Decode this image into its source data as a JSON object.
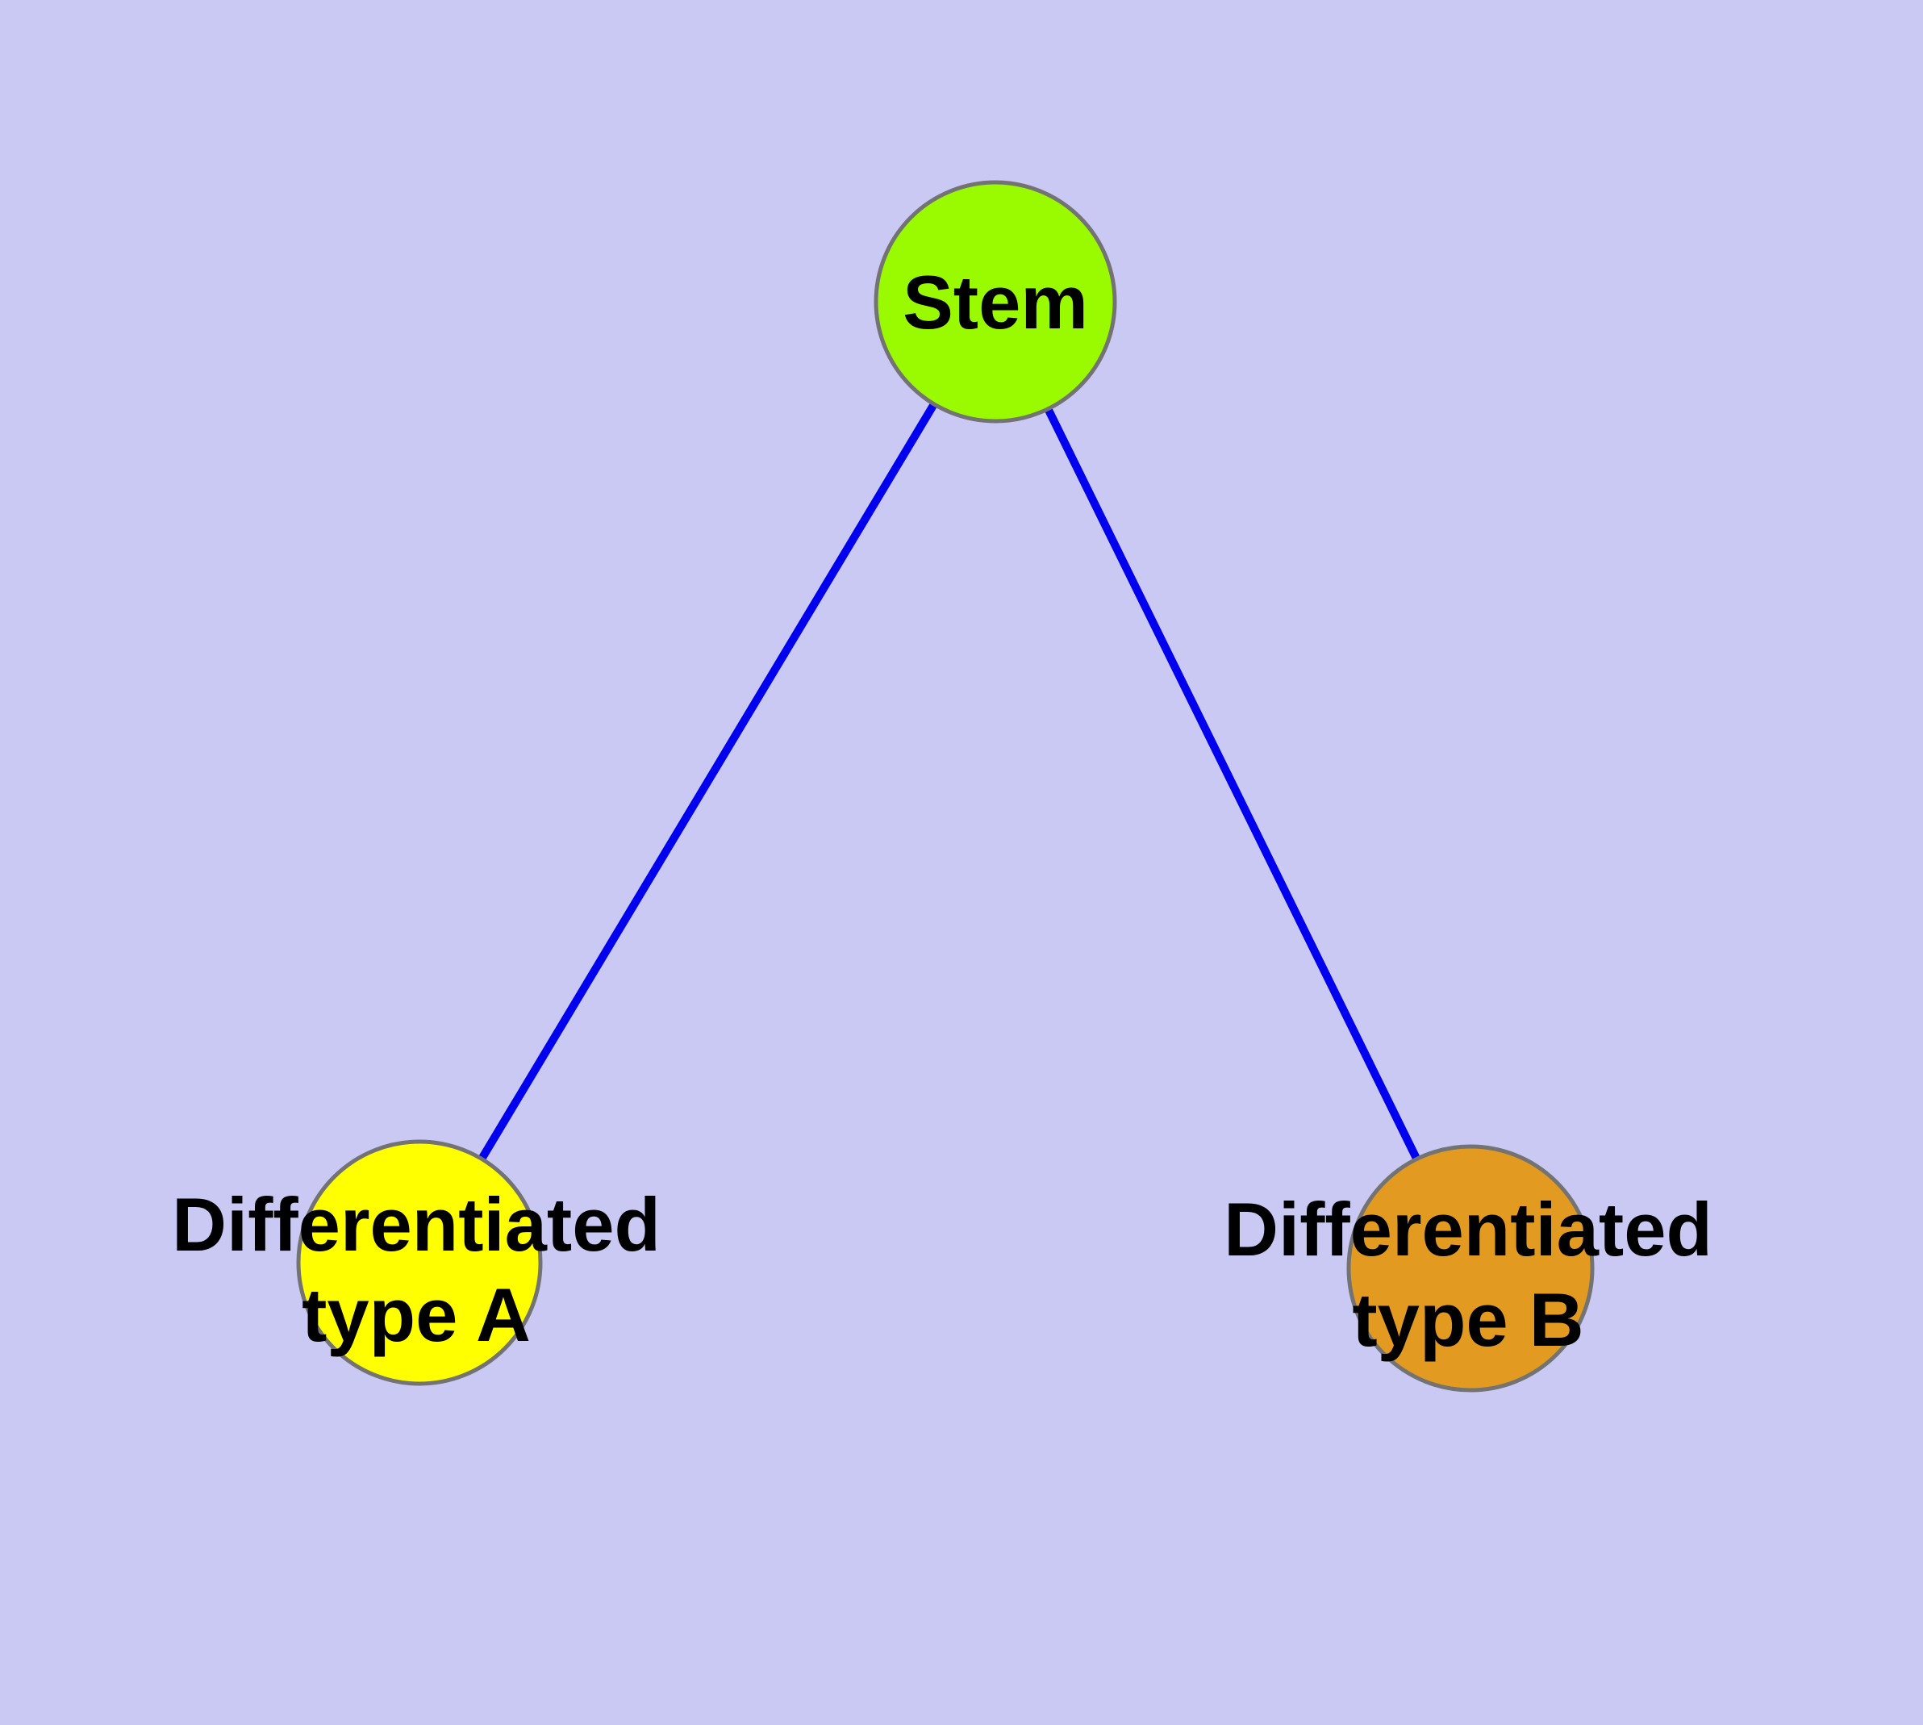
{
  "diagram": {
    "background_color": "#C9C9F4",
    "style": {
      "node_border_color": "#737373",
      "edge_color": "#0000EE",
      "label_color": "#000000"
    },
    "nodes": [
      {
        "id": "stem",
        "label_lines": [
          "Stem"
        ],
        "fill_color": "#9AFB00"
      },
      {
        "id": "differentiated-type-a",
        "label_lines": [
          "Differentiated",
          "type A"
        ],
        "fill_color": "#FFFF00"
      },
      {
        "id": "differentiated-type-b",
        "label_lines": [
          "Differentiated",
          "type B"
        ],
        "fill_color": "#E29A20"
      }
    ],
    "edges": [
      {
        "from": "stem",
        "to": "differentiated-type-a"
      },
      {
        "from": "stem",
        "to": "differentiated-type-b"
      }
    ]
  }
}
